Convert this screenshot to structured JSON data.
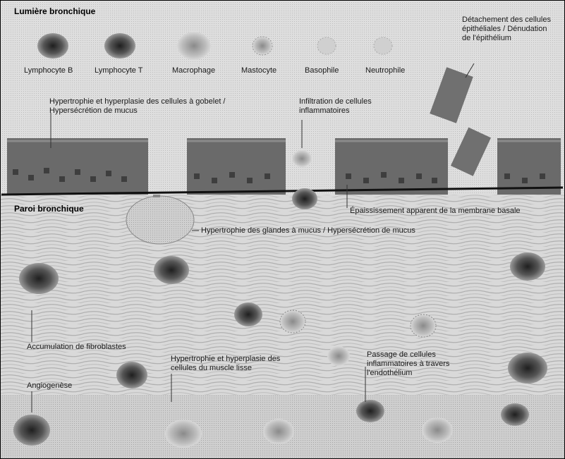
{
  "sections": {
    "lumen": "Lumière bronchique",
    "wall": "Paroi bronchique"
  },
  "cells": [
    "Lymphocyte B",
    "Lymphocyte T",
    "Macrophage",
    "Mastocyte",
    "Basophile",
    "Neutrophile"
  ],
  "annotations": {
    "goblet": "Hypertrophie et hyperplasie des cellules à gobelet / Hypersécrétion de mucus",
    "infiltration": "Infiltration de cellules inflammatoires",
    "desquamation": "Détachement des cellules épithéliales / Dénudation de l'épithélium",
    "membrane": "Épaississement apparent de la membrane basale",
    "glands": "Hypertrophie des glandes à mucus / Hypersécrétion de mucus",
    "fibroblasts": "Accumulation de fibroblastes",
    "smooth_muscle": "Hypertrophie et hyperplasie des cellules du muscle lisse",
    "angiogenesis": "Angiogenèse",
    "transmigration": "Passage de cellules inflammatoires à travers l'endothélium"
  },
  "colors": {
    "lumen_bg": "#e2e2e2",
    "wall_bg": "#d6d6d6",
    "epithelium": "#5c5c5c",
    "membrane": "#111111",
    "cell_dark": "#3a3a3a"
  }
}
